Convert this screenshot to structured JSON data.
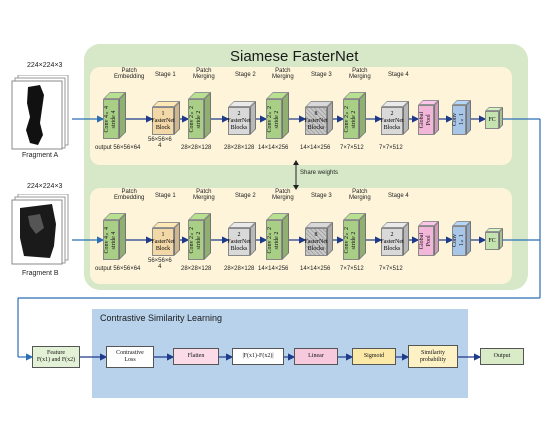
{
  "title": "Siamese FasterNet",
  "share_label": "Share weights",
  "input_a": {
    "dims": "224×224×3",
    "name": "Fragment A"
  },
  "input_b": {
    "dims": "224×224×3",
    "name": "Fragment B"
  },
  "stages": {
    "patch_embedding": "Patch\nEmbedding",
    "stage1": "Stage 1",
    "patch_merging_1": "Patch\nMerging",
    "stage2": "Stage 2",
    "patch_merging_2": "Patch\nMerging",
    "stage3": "Stage 3",
    "patch_merging_3": "Patch\nMerging",
    "stage4": "Stage 4"
  },
  "blocks": {
    "conv4": "Conv 4×4\nstride 4",
    "conv2": "Conv 2×2\nstride 2",
    "stage1_block": "1\nFasterNet\nBlock",
    "stage2_block": "2\nFasterNet\nBlocks",
    "stage3_block": "8\nFasterNet\nBlocks",
    "stage4_block": "2\nFasterNet\nBlocks",
    "global_pool": "Global\nPool",
    "conv1x1": "Conv\n1×1",
    "fc": "FC"
  },
  "dims": {
    "output": "output 56×56×64",
    "stage1": "56×56×6\n4",
    "stage1_b": "56×56×6\n4",
    "merge1": "28×28×128",
    "stage2": "28×28×128",
    "merge2": "14×14×256",
    "stage3": "14×14×256",
    "merge3": "7×7×512",
    "stage4": "7×7×512"
  },
  "contrastive": {
    "title": "Contrastive Similarity Learning",
    "feature": "Feature\nF(x1) and F(x2)",
    "loss": "Contrastive\nLoss",
    "flatten": "Flatten",
    "diff": "|F(x1)-F(x2)|",
    "linear": "Linear",
    "sigmoid": "Sigmoid",
    "similarity": "Similarity\nprobability",
    "output": "Output"
  },
  "colors": {
    "outer_panel": "#d6e8c8",
    "branch_panel": "#fdf4d9",
    "contrastive_panel": "#b9d2ec",
    "flow_arrow": "#1e3a8a",
    "link_line": "#2a6fb5",
    "conv_green": "#a9cf86",
    "block_tan": "#f2d7a7",
    "block_grey": "#d9d9d9",
    "block_hatch": "#c9c9c9",
    "pool_pink": "#f2b6d8",
    "conv1_blue": "#a8c6e8",
    "fc_green": "#c4e3b0",
    "feature_green": "#e3f1d6",
    "flatten_pink": "#fbdbe8",
    "linear_pink": "#f6c9dd",
    "sigmoid_yellow": "#fbe9a8",
    "similarity_yellow": "#fdf1c6",
    "output_green": "#d9ecc7"
  },
  "icons": [
    "fragment-a-image",
    "fragment-b-image",
    "share-weights-double-arrow"
  ]
}
